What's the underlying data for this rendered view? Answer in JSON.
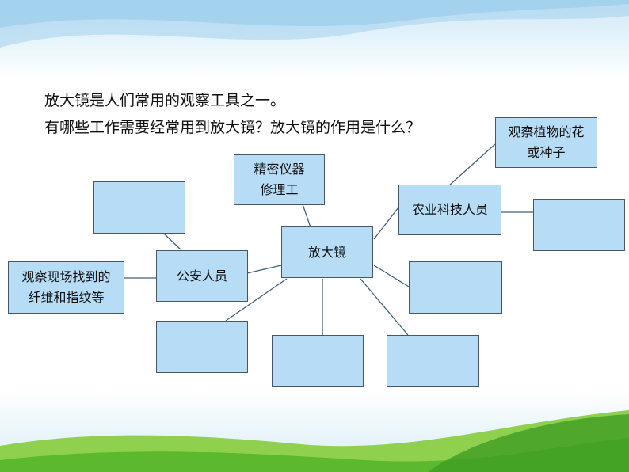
{
  "intro": {
    "line1": "放大镜是人们常用的观察工具之一。",
    "line2": "有哪些工作需要经常用到放大镜？放大镜的作用是什么？"
  },
  "nodes": {
    "center": "放大镜",
    "precision": "精密仪器\n修理工",
    "police": "公安人员",
    "police_use": "观察现场找到的\n纤维和指纹等",
    "agri": "农业科技人员",
    "agri_use": "观察植物的花\n或种子",
    "blank": ""
  },
  "colors": {
    "node_fill": "#b7dcf6",
    "node_border": "#4a5663",
    "connector": "#3f5f7a",
    "sky": "#cfe8f6",
    "grass": "#5cb82e"
  }
}
